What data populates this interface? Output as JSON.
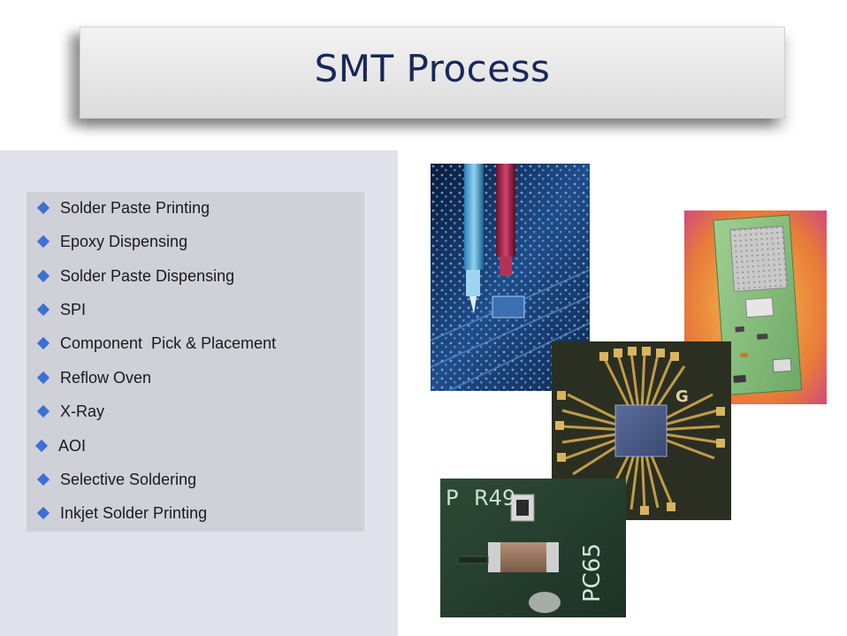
{
  "slide": {
    "title": "SMT Process",
    "bullet_color": "#3d6fd6",
    "title_color": "#17275c"
  },
  "process_list": {
    "items": [
      "Solder Paste Printing",
      "Epoxy Dispensing",
      "Solder Paste Dispensing",
      "SPI",
      "Component  Pick & Placement",
      "Reflow Oven",
      "X-Ray",
      "AOI",
      "Selective Soldering",
      "Inkjet Solder Printing"
    ]
  },
  "photos": {
    "chip_label": "G",
    "board_label": "PC65",
    "board_label_top": "R49",
    "board_label_left": "P"
  }
}
